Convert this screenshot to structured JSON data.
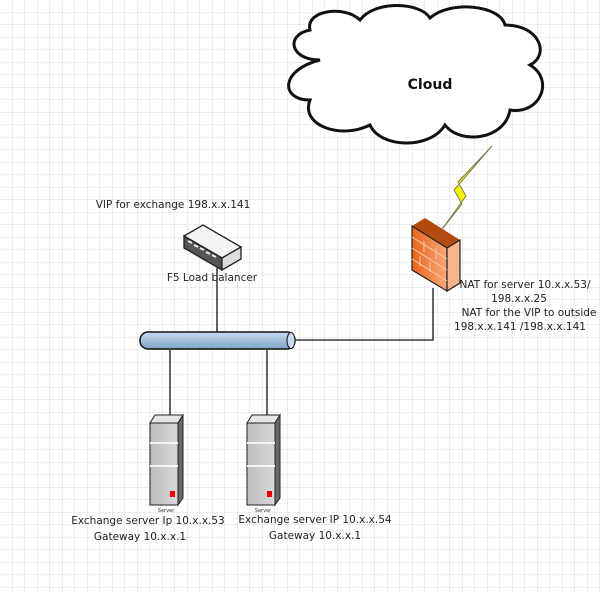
{
  "cloud": {
    "label": "Cloud"
  },
  "load_balancer": {
    "vip_label": "VIP for exchange 198.x.x.141",
    "label": "F5 Load balancer"
  },
  "firewall": {
    "nat_lines": [
      "NAT for server 10.x.x.53/",
      "198.x.x.25",
      "NAT for the VIP to outside",
      "198.x.x.141 /198.x.x.141"
    ]
  },
  "servers": [
    {
      "tag": "Server",
      "line1": "Exchange server Ip 10.x.x.53",
      "line2": "Gateway 10.x.x.1"
    },
    {
      "tag": "Server",
      "line1": "Exchange server IP 10.x.x.54",
      "line2": "Gateway 10.x.x.1"
    }
  ],
  "colors": {
    "bus": "#a9c4e0",
    "firewall": "#f07a2a",
    "lightning": "#f5f500",
    "grid": "#d9d9d9"
  }
}
